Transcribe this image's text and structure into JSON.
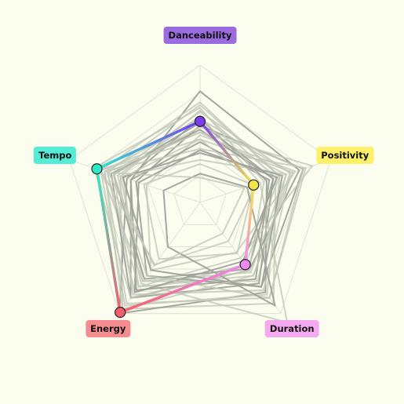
{
  "chart_data": {
    "type": "radar",
    "axes": [
      {
        "label": "Danceability",
        "color": "#9b6be0"
      },
      {
        "label": "Positivity",
        "color": "#fff06a"
      },
      {
        "label": "Duration",
        "color": "#f5a9ef"
      },
      {
        "label": "Energy",
        "color": "#f58c90"
      },
      {
        "label": "Tempo",
        "color": "#54ecd4"
      }
    ],
    "rmax": 1,
    "grid_levels": [
      0.2,
      0.4,
      0.6,
      0.8,
      1.0
    ],
    "highlight": {
      "values": [
        0.59,
        0.41,
        0.56,
        0.99,
        0.79
      ],
      "marker_colors": [
        "#7a3ef0",
        "#f2e54a",
        "#ef8bef",
        "#f2606e",
        "#2fe8c8"
      ]
    },
    "background_series": [
      {
        "values": [
          0.81,
          0.76,
          0.61,
          0.86,
          0.53
        ]
      },
      {
        "values": [
          0.67,
          0.58,
          0.91,
          0.96,
          0.61
        ]
      },
      {
        "values": [
          0.51,
          0.66,
          0.71,
          0.71,
          0.76
        ]
      },
      {
        "values": [
          0.61,
          0.51,
          0.81,
          1.0,
          0.56
        ]
      },
      {
        "values": [
          0.46,
          0.71,
          0.66,
          0.76,
          0.59
        ]
      },
      {
        "values": [
          0.71,
          0.61,
          0.56,
          0.81,
          0.71
        ]
      },
      {
        "values": [
          0.56,
          0.79,
          0.76,
          0.66,
          0.49
        ]
      },
      {
        "values": [
          0.39,
          0.81,
          0.86,
          0.91,
          0.73
        ]
      },
      {
        "values": [
          0.63,
          0.46,
          1.08,
          0.73,
          0.63
        ]
      },
      {
        "values": [
          0.53,
          0.56,
          0.73,
          0.86,
          0.68
        ]
      },
      {
        "values": [
          0.49,
          0.73,
          0.45,
          0.61,
          0.41
        ]
      },
      {
        "values": [
          0.66,
          0.69,
          0.79,
          0.83,
          0.66
        ]
      },
      {
        "values": [
          0.44,
          0.53,
          0.69,
          0.79,
          0.53
        ]
      },
      {
        "values": [
          0.73,
          0.61,
          0.83,
          0.93,
          0.76
        ]
      },
      {
        "values": [
          0.31,
          0.66,
          0.63,
          0.71,
          0.61
        ]
      },
      {
        "values": [
          0.58,
          0.56,
          0.6,
          0.69,
          0.66
        ]
      },
      {
        "values": [
          0.51,
          0.86,
          0.5,
          0.76,
          0.71
        ]
      },
      {
        "values": [
          0.69,
          0.49,
          0.61,
          0.86,
          0.81
        ]
      },
      {
        "values": [
          0.36,
          0.63,
          0.76,
          0.61,
          0.59
        ]
      },
      {
        "values": [
          0.61,
          0.69,
          0.66,
          0.96,
          0.73
        ]
      },
      {
        "values": [
          0.28,
          0.41,
          0.46,
          0.51,
          0.43
        ]
      },
      {
        "values": [
          0.38,
          0.59,
          0.53,
          0.81,
          0.47
        ]
      },
      {
        "values": [
          0.55,
          0.79,
          0.86,
          0.66,
          0.66
        ]
      },
      {
        "values": [
          0.46,
          0.43,
          0.35,
          0.56,
          0.76
        ]
      },
      {
        "values": [
          0.21,
          0.36,
          0.93,
          0.4,
          0.28
        ]
      },
      {
        "values": [
          0.18,
          0.34,
          0.28,
          0.57,
          0.7
        ]
      }
    ]
  }
}
